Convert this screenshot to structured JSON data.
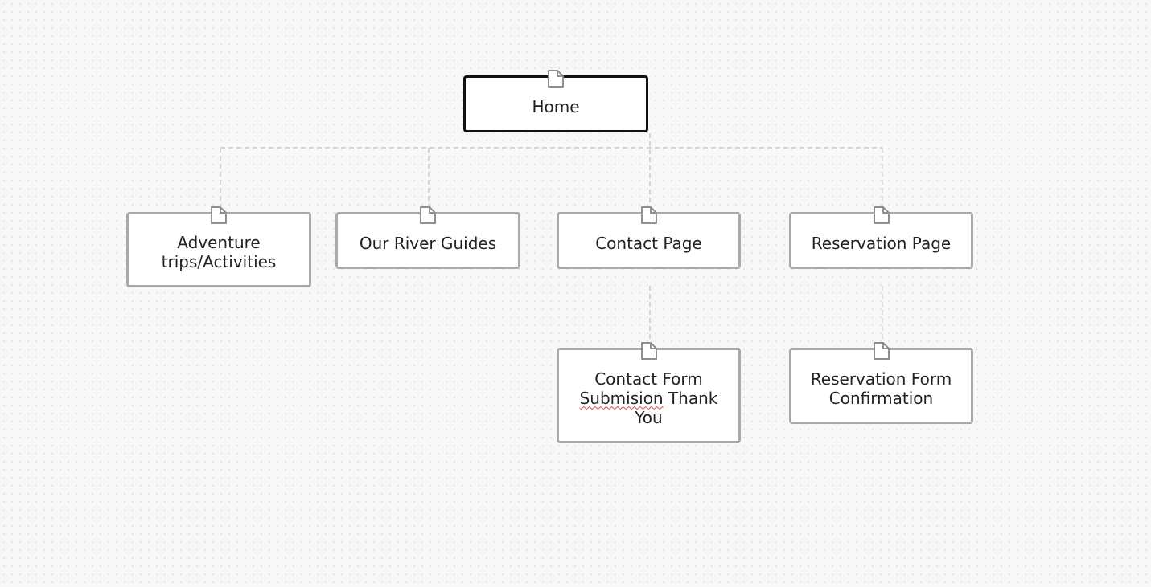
{
  "sitemap": {
    "home": {
      "label": "Home",
      "icon": "page-icon"
    },
    "adventure": {
      "label": "Adventure trips/Activities",
      "icon": "page-icon"
    },
    "guides": {
      "label": "Our River Guides",
      "icon": "page-icon"
    },
    "contact": {
      "label": "Contact Page",
      "icon": "page-icon"
    },
    "reservation": {
      "label": "Reservation Page",
      "icon": "page-icon"
    },
    "contact_thanks": {
      "label_before": "Contact Form ",
      "label_misspelled": "Submision",
      "label_after": " Thank You",
      "icon": "page-icon"
    },
    "reservation_confirm": {
      "label": "Reservation Form Confirmation",
      "icon": "page-icon"
    }
  },
  "colors": {
    "background": "#f8f8f8",
    "node_border": "#a9a9a9",
    "selected_border": "#111111",
    "connector": "#d6d6d6",
    "spellcheck_underline": "#e0463c"
  }
}
